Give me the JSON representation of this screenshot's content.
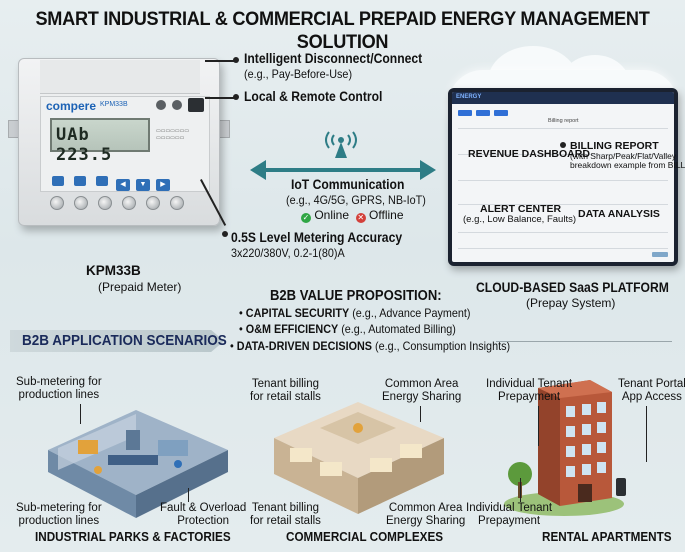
{
  "title": "SMART INDUSTRIAL & COMMERCIAL PREPAID ENERGY MANAGEMENT SOLUTION",
  "meter": {
    "brand": "compere",
    "model": "KPM33B",
    "lcd_text": "UAb 223.5",
    "name": "KPM33B",
    "subtitle": "(Prepaid Meter)",
    "features": [
      {
        "title": "Intelligent Disconnect/Connect",
        "detail": "(e.g., Pay-Before-Use)"
      },
      {
        "title": "Local & Remote Control",
        "detail": ""
      },
      {
        "title": "0.5S Level Metering Accuracy",
        "detail": "3x220/380V, 0.2-1(80)A"
      }
    ]
  },
  "iot": {
    "title": "IoT Communication",
    "detail": "(e.g., 4G/5G, GPRS, NB-IoT)",
    "online": "Online",
    "offline": "Offline"
  },
  "platform": {
    "name": "CLOUD-BASED SaaS PLATFORM",
    "subtitle": "(Prepay System)",
    "screen_logo": "ENERGY",
    "screen_header": "Billing report",
    "callouts": {
      "revenue": "REVENUE DASHBOARD",
      "billing": "BILLING REPORT",
      "billing_detail1": "(with Sharp/Peak/Flat/Valley",
      "billing_detail2": "breakdown example from BILL.png)",
      "alert": "ALERT CENTER",
      "alert_detail": "(e.g., Low Balance, Faults)",
      "analysis": "DATA ANALYSIS"
    }
  },
  "value_prop": {
    "title": "B2B VALUE PROPOSITION:",
    "items": [
      {
        "bold": "CAPITAL SECURITY",
        "rest": " (e.g., Advance Payment)"
      },
      {
        "bold": "O&M EFFICIENCY",
        "rest": " (e.g., Automated Billing)"
      },
      {
        "bold": "DATA-DRIVEN DECISIONS",
        "rest": " (e.g., Consumption Insights)"
      }
    ]
  },
  "scenarios_banner": "B2B APPLICATION SCENARIOS",
  "scenarios": {
    "industrial": {
      "name": "INDUSTRIAL PARKS & FACTORIES",
      "tl1": "Sub-metering for",
      "tl2": "production lines",
      "bl1": "Sub-metering for",
      "bl2": "production lines",
      "br1": "Fault & Overload",
      "br2": "Protection"
    },
    "commercial": {
      "name": "COMMERCIAL COMPLEXES",
      "tl1": "Tenant billing",
      "tl2": "for retail stalls",
      "tr1": "Common Area",
      "tr2": "Energy Sharing",
      "bl1": "Tenant billing",
      "bl2": "for retail stalls",
      "br1": "Common Area",
      "br2": "Energy Sharing"
    },
    "rental": {
      "name": "RENTAL APARTMENTS",
      "tl1": "Individual Tenant",
      "tl2": "Prepayment",
      "tr1": "Tenant Portal",
      "tr2": "App Access",
      "bl1": "Individual Tenant",
      "bl2": "Prepayment"
    }
  },
  "colors": {
    "accent": "#2e7d86",
    "banner_text": "#1a2a5a",
    "online": "#2fa644",
    "offline": "#d3403a",
    "meter_blue": "#1c62b5"
  }
}
